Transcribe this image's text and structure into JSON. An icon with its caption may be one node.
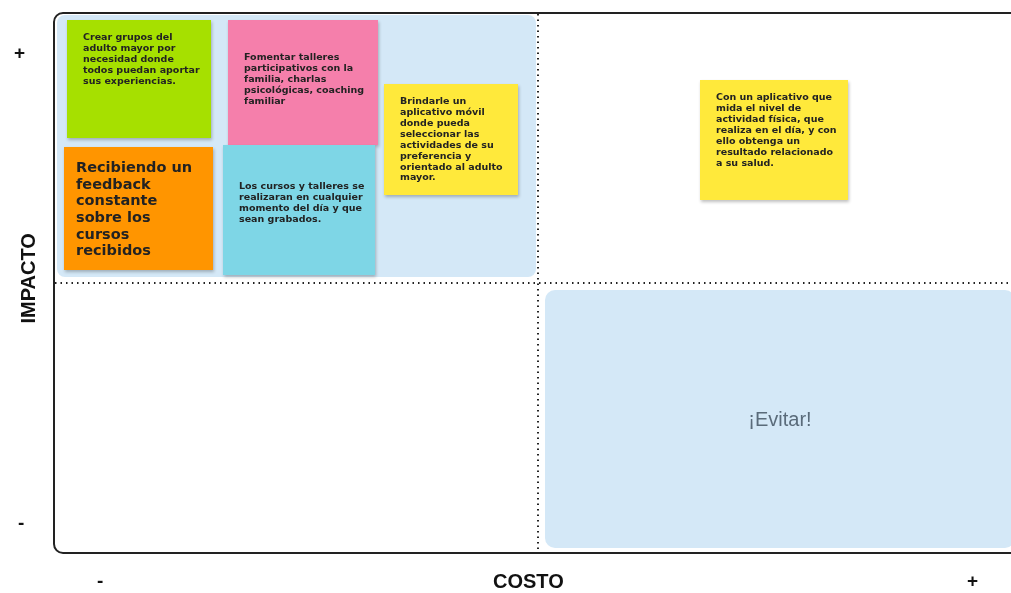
{
  "diagram": {
    "nodes": [
      {
        "text": [],
        "shape": "box"
      },
      {
        "text": [
          "Crear grupos del adulto mayor por necesidad donde todos puedan aportar sus experiencias."
        ],
        "in": 0
      },
      {
        "text": [
          "Fomentar talleres participativos con la familia, charlas psicológicas, coaching familiar"
        ],
        "in": 0
      },
      {
        "text": [
          "Brindarle un aplicativo móvil donde pueda seleccionar las actividades de su preferencia y orientado al adulto mayor."
        ],
        "in": 0
      },
      {
        "text": [
          "Recibiendo un feedback constante sobre los cursos recibidos"
        ],
        "in": 0
      },
      {
        "text": [
          "Los cursos y talleres se realizaran en cualquier momento del día y que sean grabados."
        ],
        "in": 0
      },
      {
        "text": [
          "Con un aplicativo que mida el nivel de actividad física, que realiza en el día, y con ello obtenga un resultado relacionado a su salud."
        ]
      },
      {
        "text": [
          "¡Evitar!"
        ]
      }
    ],
    "edges": [],
    "labels": [
      "+",
      "IMPACTO",
      "-",
      "-",
      "COSTO",
      "+"
    ]
  }
}
